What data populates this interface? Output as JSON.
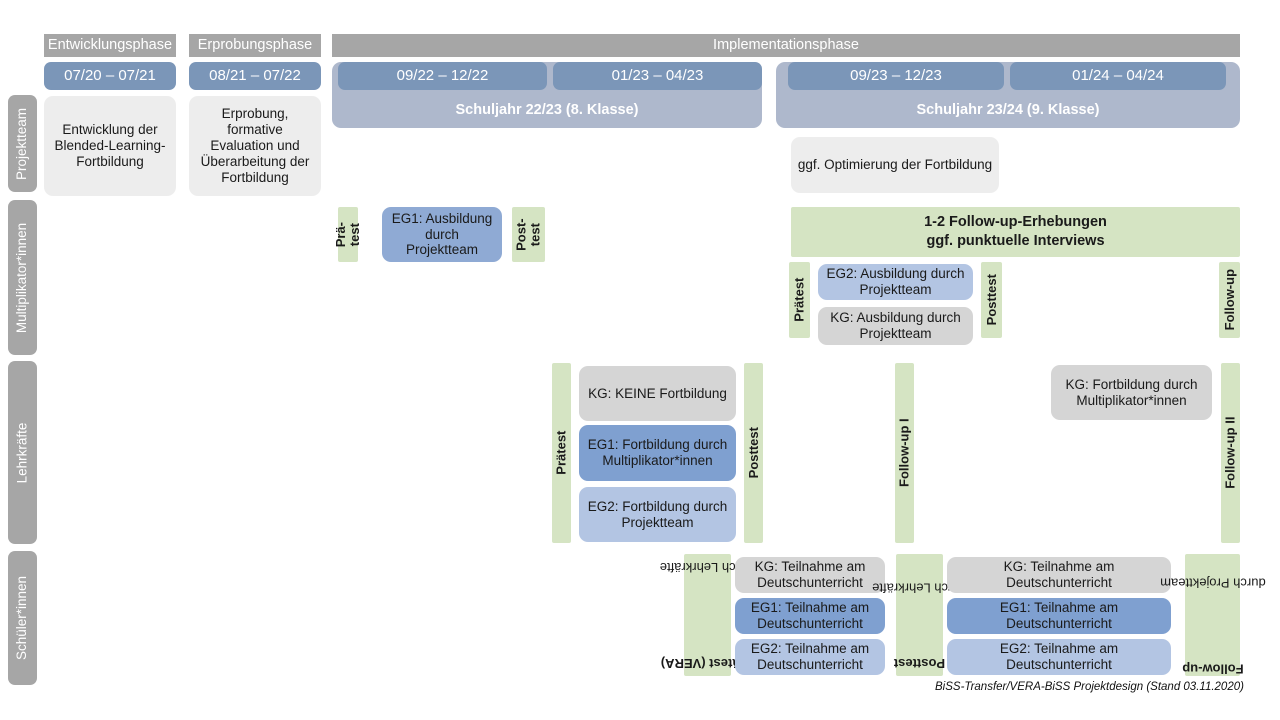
{
  "header": {
    "phases": [
      {
        "label": "Entwicklungsphase"
      },
      {
        "label": "Erprobungsphase"
      },
      {
        "label": "Implementationsphase"
      }
    ],
    "date_chips": [
      {
        "label": "07/20 – 07/21"
      },
      {
        "label": "08/21 – 07/22"
      },
      {
        "label": "09/22 – 12/22"
      },
      {
        "label": "01/23 – 04/23"
      },
      {
        "label": "09/23 – 12/23"
      },
      {
        "label": "01/24 – 04/24"
      }
    ],
    "school_years": [
      {
        "label": "Schuljahr 22/23 (8. Klasse)"
      },
      {
        "label": "Schuljahr 23/24 (9. Klasse)"
      }
    ]
  },
  "rails": [
    {
      "label": "Projektteam"
    },
    {
      "label": "Multiplikator*innen"
    },
    {
      "label": "Lehrkräfte"
    },
    {
      "label": "Schüler*innen"
    }
  ],
  "projektteam": {
    "entwicklung": "Entwicklung der Blended-Learning-Fortbildung",
    "erprobung": "Erprobung, formative Evaluation und Überarbeitung der Fortbildung",
    "optimierung": "ggf. Optimierung der Fortbildung"
  },
  "multiplikatoren": {
    "praetest_short_l1": "Prä-",
    "praetest_short_l2": "test",
    "posttest_short_l1": "Post-",
    "posttest_short_l2": "test",
    "eg1": "EG1: Ausbildung durch Projektteam",
    "followup_banner_l1": "1-2 Follow-up-Erhebungen",
    "followup_banner_l2": "ggf. punktuelle Interviews",
    "praetest": "Prätest",
    "posttest": "Posttest",
    "eg2": "EG2: Ausbildung durch Projektteam",
    "kg": "KG: Ausbildung durch Projektteam",
    "followup": "Follow-up"
  },
  "lehrkraefte": {
    "praetest": "Prätest",
    "posttest": "Posttest",
    "kg": "KG:  KEINE Fortbildung",
    "eg1": "EG1: Fortbildung durch Multiplikator*innen",
    "eg2": "EG2: Fortbildung durch Projektteam",
    "followup1": "Follow-up I",
    "followup2": "Follow-up II",
    "kg_later": "KG: Fortbildung durch Multiplikator*innen"
  },
  "schueler": {
    "praetest_main": "Prätest (VERA)",
    "praetest_sub": "durch Lehrkräfte",
    "posttest_main": "Posttest",
    "posttest_sub": "durch Lehrkräfte",
    "followup_main": "Follow-up",
    "followup_sub": "durch Projektteam",
    "kg": "KG: Teilnahme am Deutschunterricht",
    "eg1": "EG1: Teilnahme am Deutschunterricht",
    "eg2": "EG2: Teilnahme am Deutschunterricht",
    "kg2": "KG: Teilnahme am Deutschunterricht",
    "eg1b": "EG1: Teilnahme am Deutschunterricht",
    "eg2b": "EG2: Teilnahme am Deutschunterricht"
  },
  "footnote": "BiSS-Transfer/VERA-BiSS Projektdesign (Stand 03.11.2020)",
  "colors": {
    "grey_bar": "#a6a6a6",
    "date_blue": "#7b96b8",
    "schoolyear_blue": "#aeb8cc",
    "green_strip": "#d5e4c3",
    "kg_grey": "#d5d5d5",
    "eg1_blue": "#8faad4",
    "eg2_blue": "#b3c5e3",
    "neutral_grey": "#ededed"
  }
}
